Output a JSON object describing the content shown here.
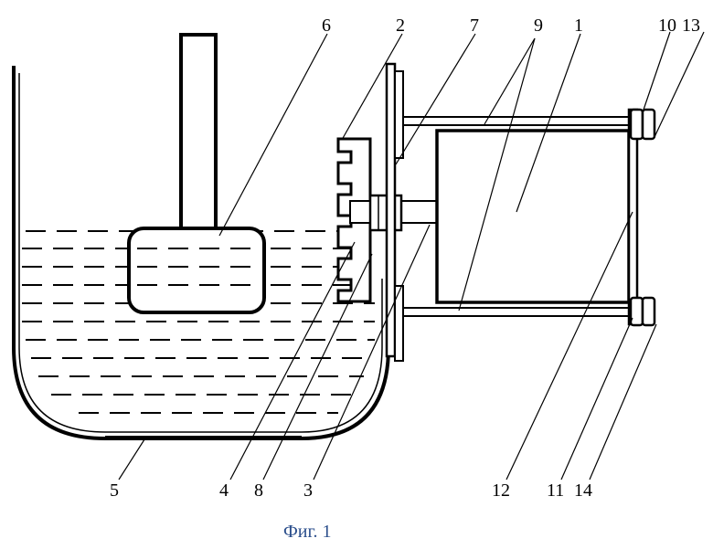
{
  "caption": "Фиг. 1",
  "colors": {
    "line": "#000000",
    "caption": "#2c4f8c"
  },
  "labels": {
    "l1": "1",
    "l2": "2",
    "l3": "3",
    "l4": "4",
    "l5": "5",
    "l6": "6",
    "l7": "7",
    "l8": "8",
    "l9": "9",
    "l10": "10",
    "l11": "11",
    "l12": "12",
    "l13": "13",
    "l14": "14"
  }
}
